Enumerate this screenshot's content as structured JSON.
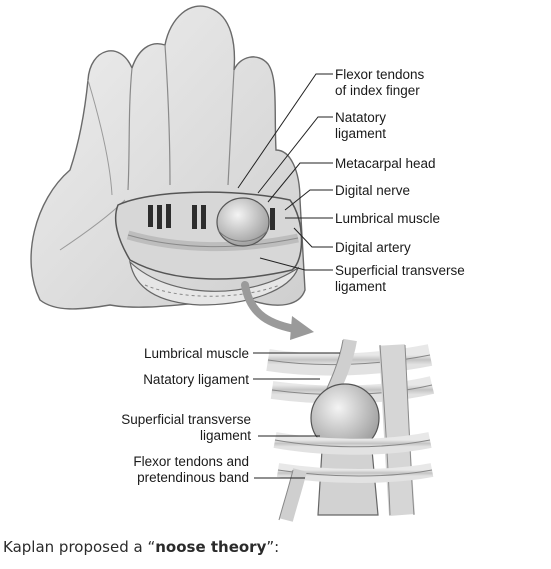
{
  "hand_labels": [
    [
      "Flexor tendons",
      "of index finger"
    ],
    [
      "Natatory",
      "ligament"
    ],
    [
      "Metacarpal head"
    ],
    [
      "Digital nerve"
    ],
    [
      "Lumbrical muscle"
    ],
    [
      "Digital artery"
    ],
    [
      "Superficial transverse",
      "ligament"
    ]
  ],
  "detail_labels": [
    [
      "Lumbrical muscle"
    ],
    [
      "Natatory ligament"
    ],
    [
      "Superficial transverse",
      "ligament"
    ],
    [
      "Flexor tendons and",
      "pretendinous band"
    ]
  ],
  "caption": {
    "prefix": "Kaplan proposed a “",
    "bold": "noose theory",
    "suffix": "”:"
  },
  "colors": {
    "skin": "#e4e4e4",
    "outline": "#6a6a6a",
    "text": "#1a1a1a"
  }
}
